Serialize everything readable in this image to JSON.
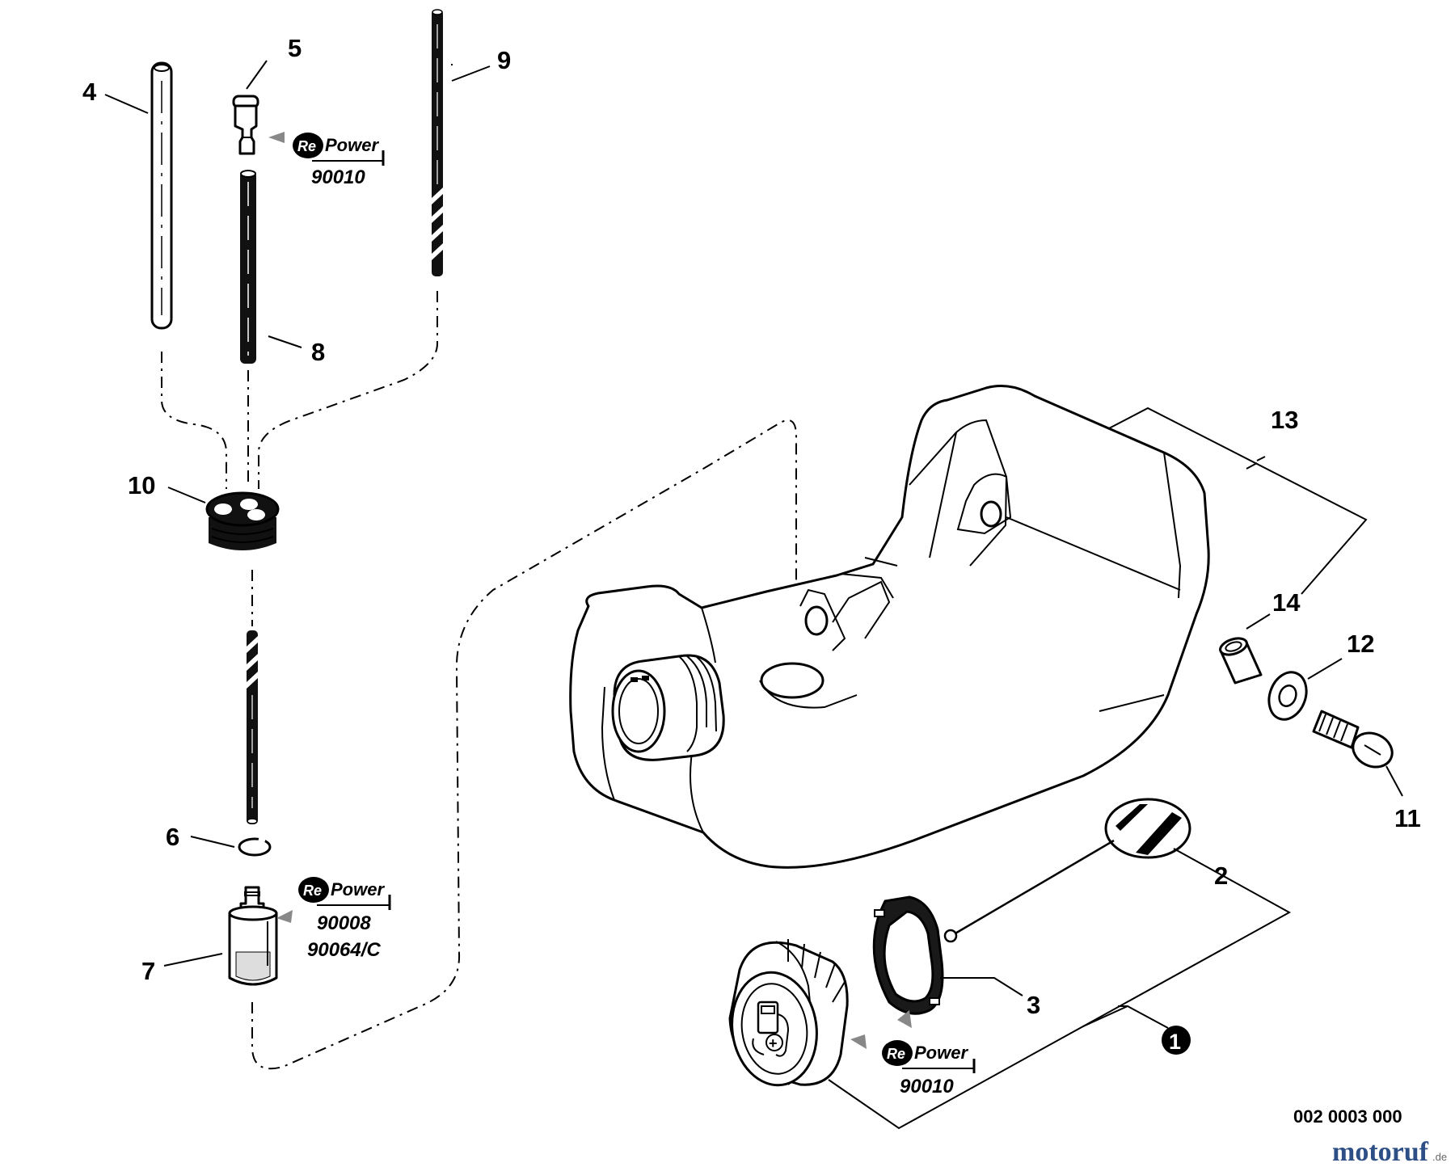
{
  "callouts": {
    "c1": "1",
    "c2": "2",
    "c3": "3",
    "c4": "4",
    "c5": "5",
    "c6": "6",
    "c7": "7",
    "c8": "8",
    "c9": "9",
    "c10": "10",
    "c11": "11",
    "c12": "12",
    "c13": "13",
    "c14": "14"
  },
  "repower": {
    "logo_re": "Re",
    "logo_power": "Power",
    "ref_part5": "90010",
    "ref_part7_a": "90008",
    "ref_part7_b": "90064/C",
    "ref_cap": "90010"
  },
  "drawing_number": "002 0003 000",
  "watermark": {
    "main": "motoruf",
    "suffix": ".de"
  },
  "colors": {
    "ink": "#000000",
    "watermark": "#2d4f86"
  },
  "icons": [
    "fuel-pump-icon",
    "repower-logo-icon"
  ]
}
